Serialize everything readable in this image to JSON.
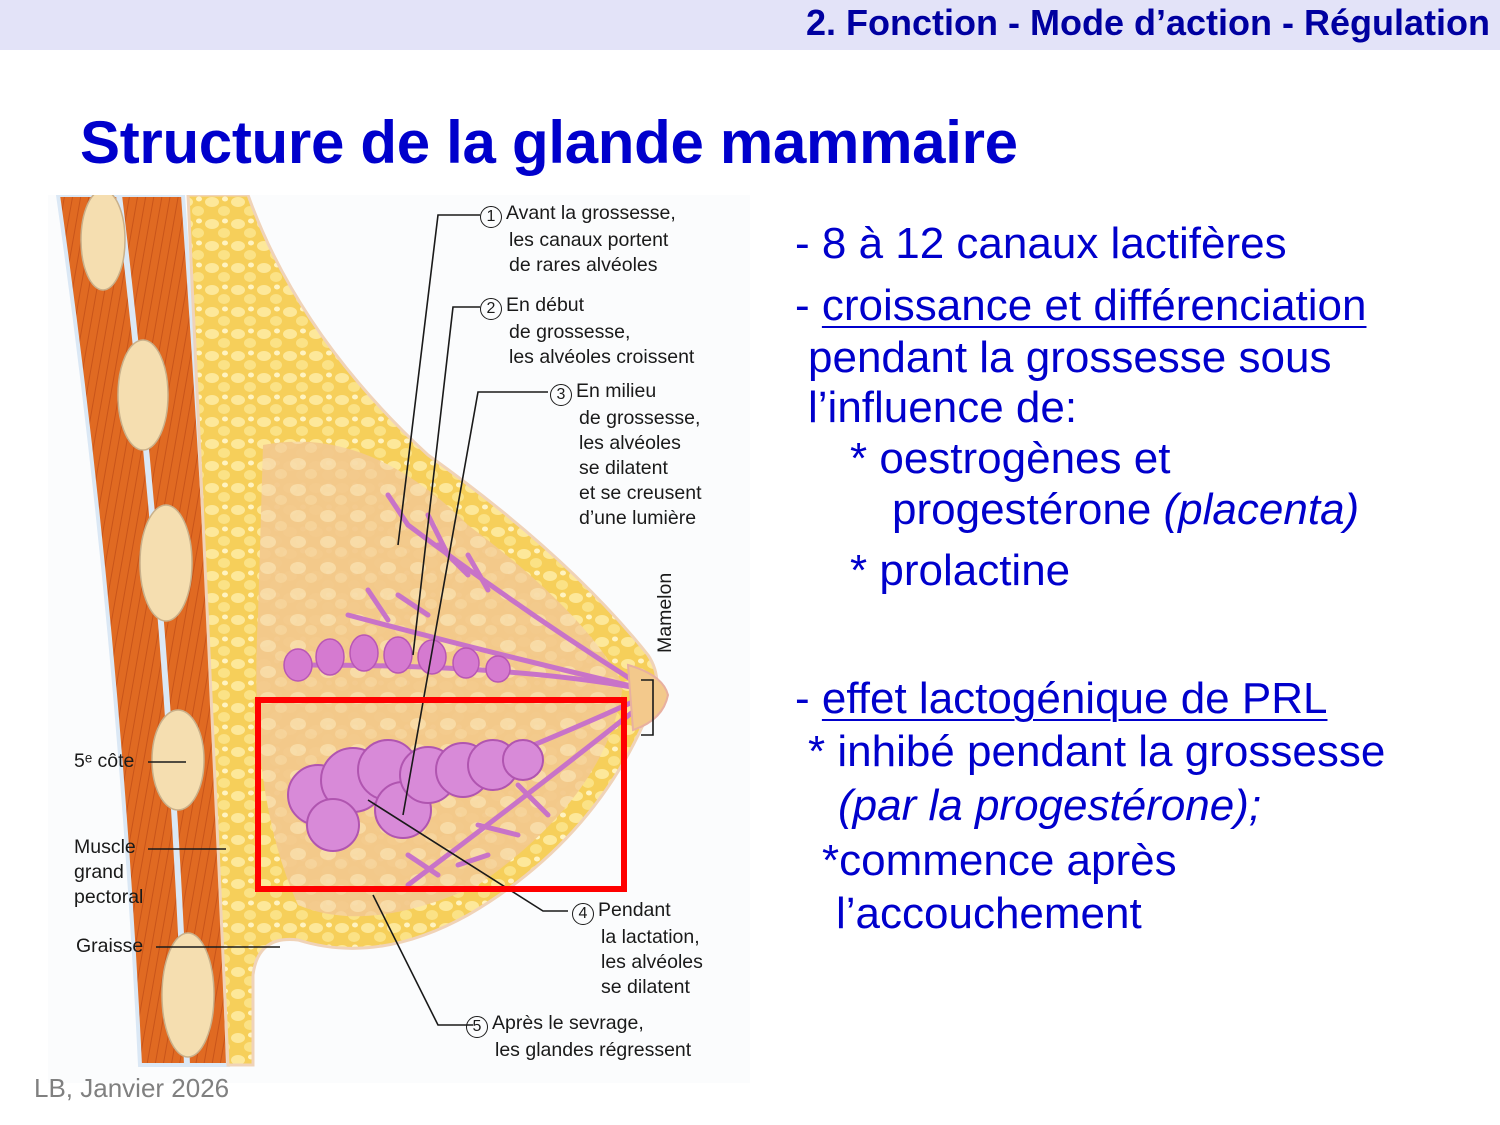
{
  "header": {
    "section_title": "2. Fonction - Mode d’action - Régulation",
    "background_color": "#e3e3f8",
    "text_color": "#0000a0"
  },
  "slide": {
    "title": "Structure de la glande mammaire",
    "title_color": "#0000cc"
  },
  "figure": {
    "labels": {
      "step1": {
        "number": "1",
        "lines": [
          "Avant la grossesse,",
          "les canaux portent",
          "de rares alvéoles"
        ]
      },
      "step2": {
        "number": "2",
        "lines": [
          "En début",
          "de grossesse,",
          "les alvéoles croissent"
        ]
      },
      "step3": {
        "number": "3",
        "lines": [
          "En milieu",
          "de grossesse,",
          "les alvéoles",
          "se dilatent",
          "et se creusent",
          "d’une lumière"
        ]
      },
      "step4": {
        "number": "4",
        "lines": [
          "Pendant",
          "la lactation,",
          "les alvéoles",
          "se dilatent"
        ]
      },
      "step5": {
        "number": "5",
        "lines": [
          "Après le sevrage,",
          "les glandes régressent"
        ]
      },
      "mamelon": "Mamelon",
      "cote": "5ᵉ côte",
      "muscle": [
        "Muscle",
        "grand",
        "pectoral"
      ],
      "graisse": "Graisse"
    },
    "highlight_color": "#ff0000"
  },
  "bullets": {
    "b1": "- 8 à 12 canaux lactifères",
    "b2_prefix": "- ",
    "b2_underlined": "croissance et différenciation",
    "b2_line2": "pendant la grossesse sous",
    "b2_line3": "l’influence de:",
    "b2_sub1_line1": "* oestrogènes et",
    "b2_sub1_line2": "progestérone ",
    "b2_sub1_italic": "(placenta)",
    "b2_sub2": "*  prolactine",
    "b3_prefix": "- ",
    "b3_underlined": "effet lactogénique de PRL",
    "b3_sub1": "* inhibé pendant la grossesse",
    "b3_sub1_italic": "(par la progestérone);",
    "b3_sub2_line1": "*commence après",
    "b3_sub2_line2": "l’accouchement"
  },
  "footer": {
    "text": "LB, Janvier 2026"
  }
}
